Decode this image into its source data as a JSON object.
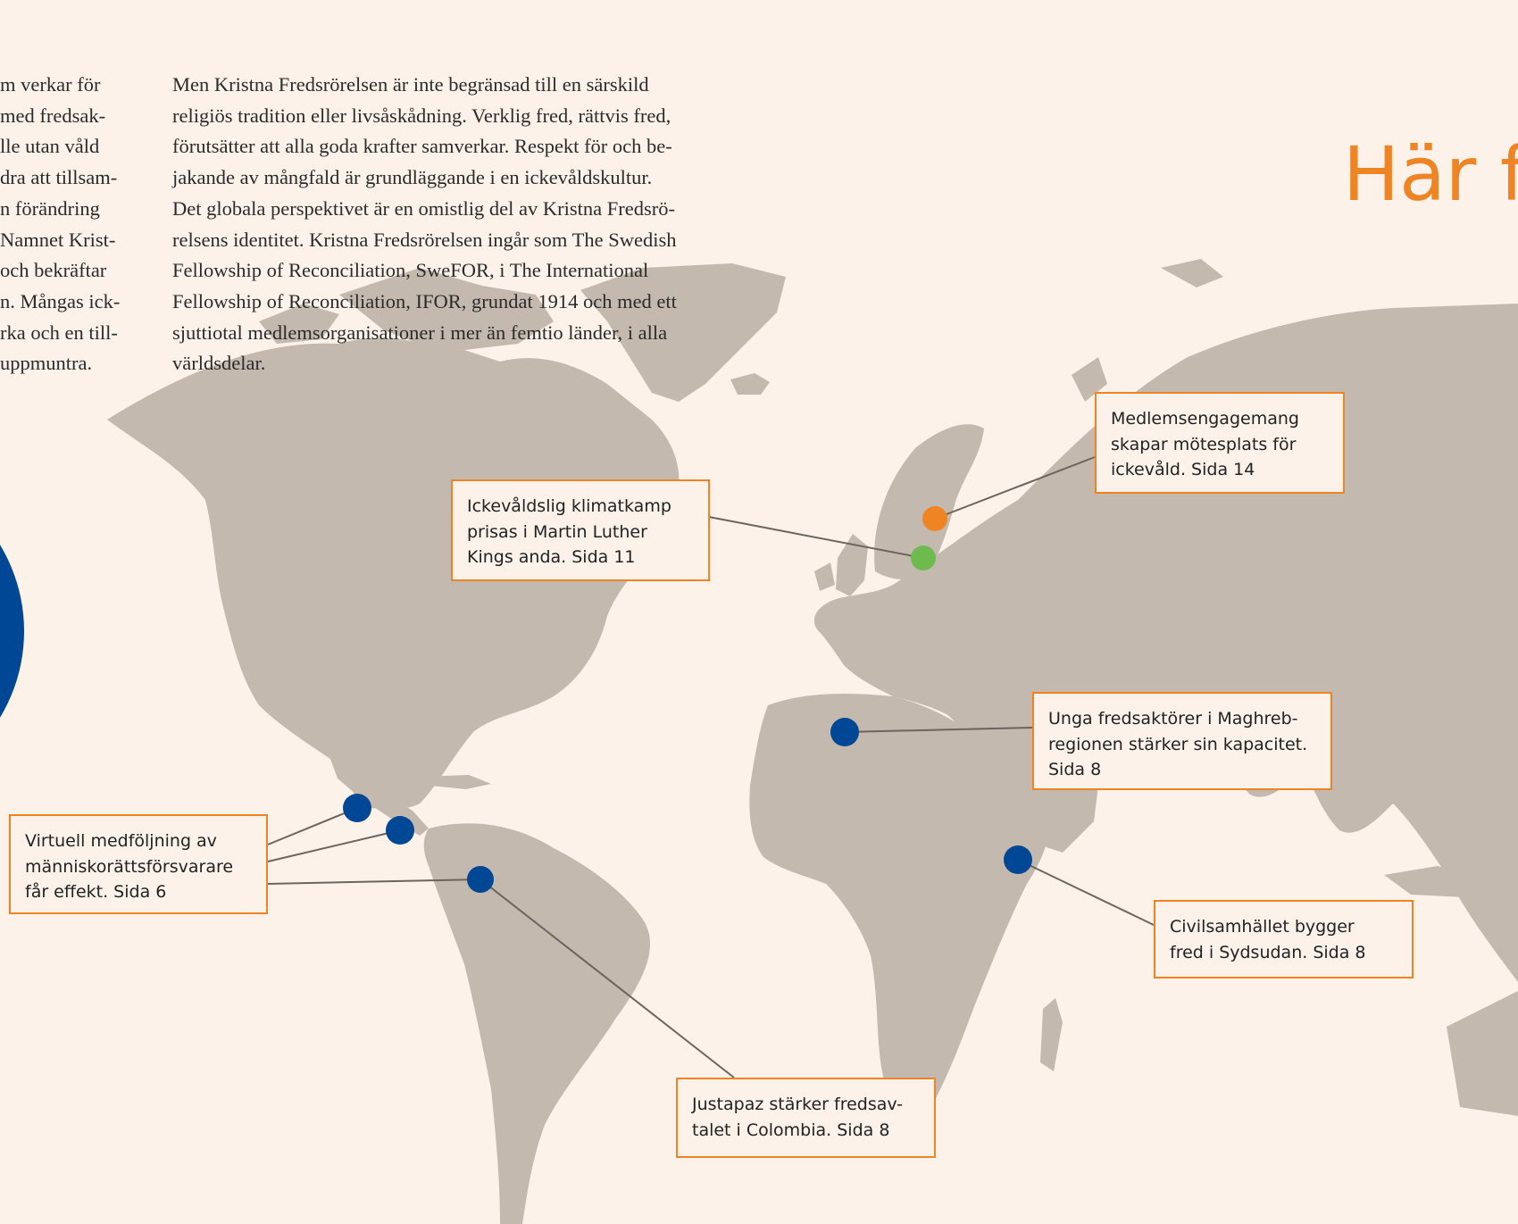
{
  "page": {
    "colors": {
      "background": "#fcf2e9",
      "land": "#c3b9ae",
      "accent": "#ef8424",
      "dot_blue": "#004795",
      "dot_orange": "#ef8424",
      "dot_green": "#6fba4f",
      "connector": "#6b645f"
    },
    "heading": "Här fi",
    "text_column_left": [
      "m verkar för",
      "med fredsak-",
      "lle utan våld",
      "dra att tillsam-",
      "n förändring",
      "Namnet Krist-",
      "och bekräftar",
      "n. Mångas ick-",
      "rka och en till-",
      "uppmuntra."
    ],
    "text_column_right": [
      "Men Kristna Fredsrörelsen är inte begränsad till en särskild",
      "religiös tradition eller livsåskådning. Verklig fred, rättvis fred,",
      "förutsätter att alla goda krafter samverkar. Respekt för och be-",
      "jakande av mångfald är grundläggande i en ickevåldskultur.",
      "Det globala perspektivet är en omistlig del av Kristna Fredsrö-",
      "relsens identitet. Kristna Fredsrörelsen ingår som The Swedish",
      "Fellowship of Reconciliation, SweFOR, i The International",
      "Fellowship of Reconciliation, IFOR, grundat 1914 och med ett",
      "sjuttiotal medlemsorganisationer i mer än femtio länder, i alla",
      "världsdelar."
    ]
  },
  "map": {
    "callouts": [
      {
        "id": "medlem",
        "lines": [
          "Medlemsengagemang",
          "skapar mötesplats för",
          "ickevåld. Sida 14"
        ]
      },
      {
        "id": "klimat",
        "lines": [
          "Ickevåldslig klimatkamp",
          "prisas i Martin Luther",
          "Kings anda. Sida 11"
        ]
      },
      {
        "id": "maghreb",
        "lines": [
          "Unga fredsaktörer i Maghreb-",
          "regionen stärker sin kapacitet.",
          "Sida 8"
        ]
      },
      {
        "id": "virtuell",
        "lines": [
          "Virtuell medföljning av",
          "människorättsförsvarare",
          "får effekt. Sida 6"
        ]
      },
      {
        "id": "sydsudan",
        "lines": [
          "Civilsamhället bygger",
          "fred i Sydsudan. Sida 8"
        ]
      },
      {
        "id": "justapaz",
        "lines": [
          "Justapaz stärker fredsav-",
          "talet i Colombia. Sida 8"
        ]
      }
    ]
  }
}
